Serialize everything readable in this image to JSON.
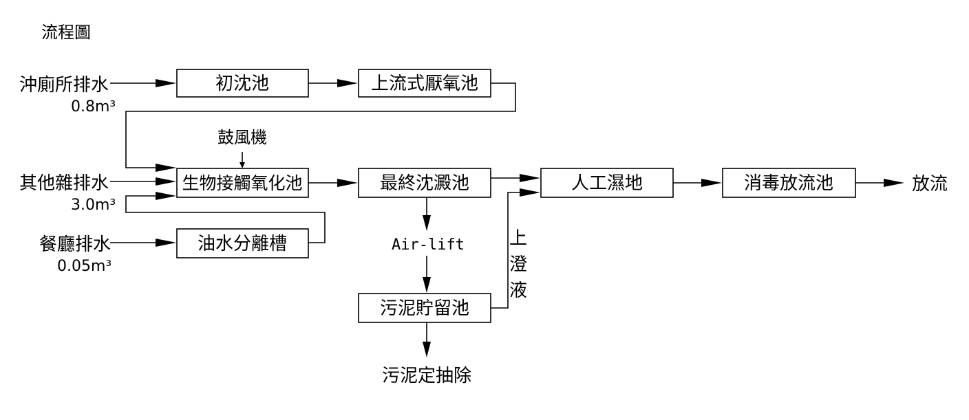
{
  "title": "流程圖",
  "sources": {
    "toilet": {
      "label": "沖廁所排水",
      "flow": "0.8m³"
    },
    "misc": {
      "label": "其他雜排水",
      "flow": "3.0m³"
    },
    "restaurant": {
      "label": "餐廳排水",
      "flow": "0.05m³"
    }
  },
  "units": {
    "primary_settling": "初沈池",
    "uasb": "上流式厭氧池",
    "contact_oxidation": "生物接觸氧化池",
    "final_settling": "最終沈澱池",
    "wetland": "人工濕地",
    "disinfection": "消毒放流池",
    "oil_separator": "油水分離槽",
    "sludge_storage": "污泥貯留池"
  },
  "labels": {
    "blower": "鼓風機",
    "airlift": "Air-lift",
    "supernatant": [
      "上",
      "澄",
      "液"
    ],
    "discharge": "放流",
    "sludge_removal": "污泥定抽除"
  }
}
